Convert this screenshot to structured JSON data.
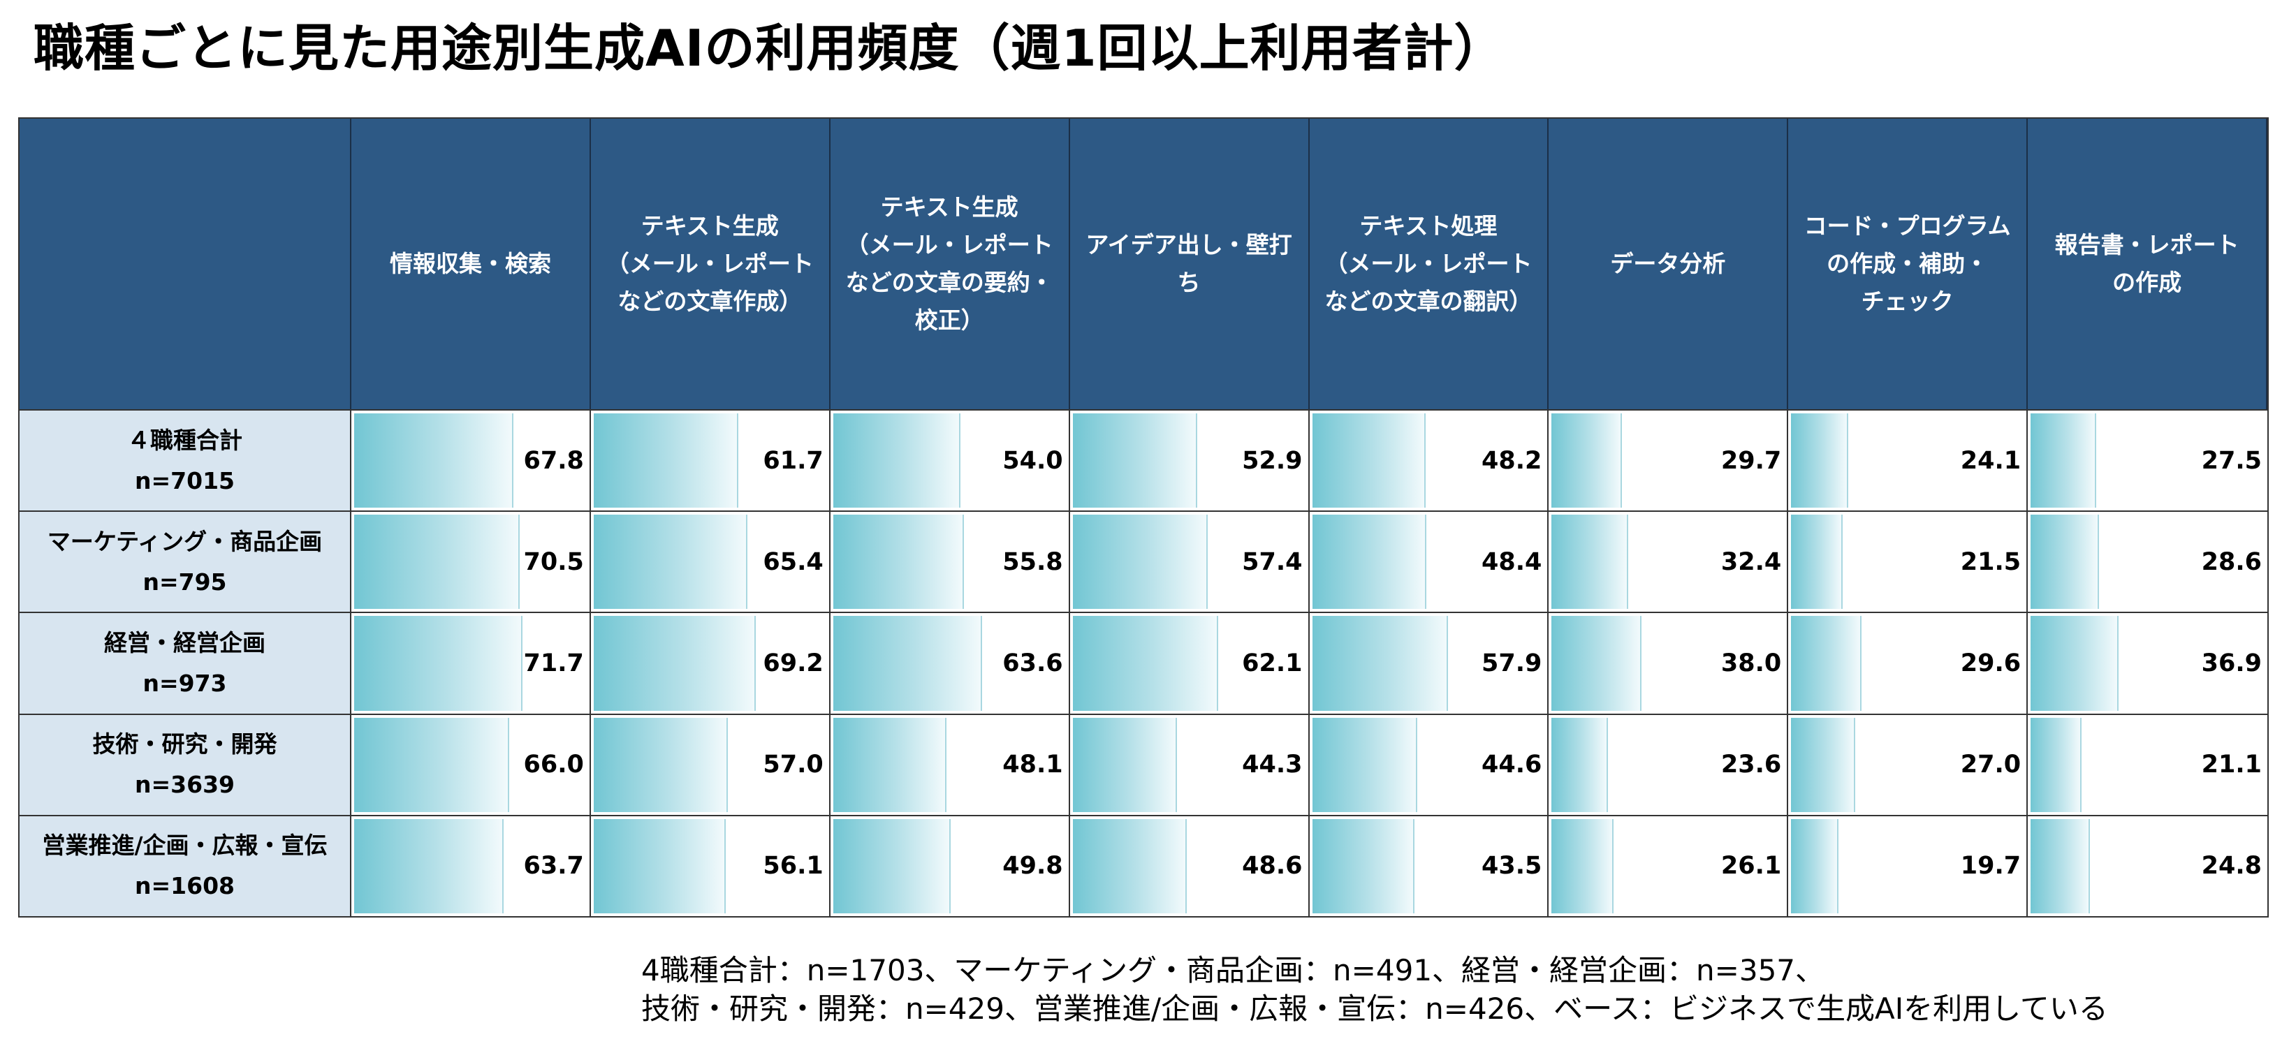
{
  "title": "職種ごとに見た用途別生成AIの利用頻度（週1回以上利用者計）",
  "chart_data": {
    "type": "table",
    "xmax": 100,
    "bar_gradient": [
      "#72c6d3",
      "#f2fafc"
    ],
    "header_color": "#2d5985",
    "label_color": "#d8e5f0",
    "columns": [
      "情報収集・検索",
      "テキスト生成\n（メール・レポート\nなどの文章作成）",
      "テキスト生成\n（メール・レポート\nなどの文章の要約・\n校正）",
      "アイデア出し・壁打\nち",
      "テキスト処理\n（メール・レポート\nなどの文章の翻訳）",
      "データ分析",
      "コード・プログラム\nの作成・補助・\nチェック",
      "報告書・レポート\nの作成"
    ],
    "rows": [
      {
        "label": "４職種合計\nn=7015",
        "values": [
          67.8,
          61.7,
          54.0,
          52.9,
          48.2,
          29.7,
          24.1,
          27.5
        ]
      },
      {
        "label": "マーケティング・商品企画\nn=795",
        "values": [
          70.5,
          65.4,
          55.8,
          57.4,
          48.4,
          32.4,
          21.5,
          28.6
        ]
      },
      {
        "label": "経営・経営企画\nn=973",
        "values": [
          71.7,
          69.2,
          63.6,
          62.1,
          57.9,
          38.0,
          29.6,
          36.9
        ]
      },
      {
        "label": "技術・研究・開発\nn=3639",
        "values": [
          66.0,
          57.0,
          48.1,
          44.3,
          44.6,
          23.6,
          27.0,
          21.1
        ]
      },
      {
        "label": "営業推進/企画・広報・宣伝\nn=1608",
        "values": [
          63.7,
          56.1,
          49.8,
          48.6,
          43.5,
          26.1,
          19.7,
          24.8
        ]
      }
    ]
  },
  "footnote": {
    "line1": "4職種合計：n=1703、マーケティング・商品企画：n=491、経営・経営企画：n=357、",
    "line2": "技術・研究・開発：n=429、営業推進/企画・広報・宣伝：n=426、ベース：ビジネスで生成AIを利用している"
  }
}
